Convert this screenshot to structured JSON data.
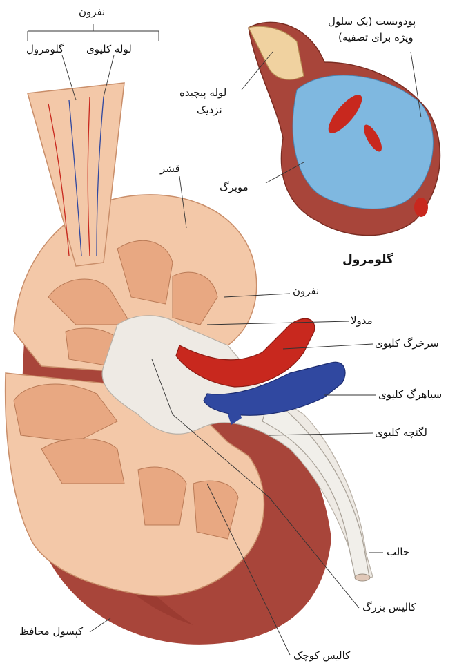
{
  "labels": {
    "nephron_top": "نفرون",
    "renal_tubule": "لوله کلیوی",
    "glomerulus_top": "گلومرول",
    "podocyte_line1": "پودویست (یک سلول",
    "podocyte_line2": "ویژه برای تصفیه)",
    "proximal_line1": "لوله پیچیده",
    "proximal_line2": "نزدیک",
    "capillary": "مویرگ",
    "glomerulus_title": "گلومرول",
    "cortex": "قشر",
    "nephron": "نفرون",
    "medulla": "مدولا",
    "renal_artery": "سرخرگ کلیوی",
    "renal_vein": "سیاهرگ کلیوی",
    "renal_pelvis": "لگنچه کلیوی",
    "ureter": "حالب",
    "major_calyx": "کالیس بزرگ",
    "capsule": "کپسول محافظ",
    "minor_calyx": "کالیس کوچک"
  },
  "colors": {
    "capsule": "#a8453a",
    "cortex": "#f3c8a8",
    "medulla": "#e8a882",
    "artery": "#c8281e",
    "vein": "#3048a0",
    "pelvis": "#eeeae4",
    "capillary_blue": "#7fb8e0"
  }
}
